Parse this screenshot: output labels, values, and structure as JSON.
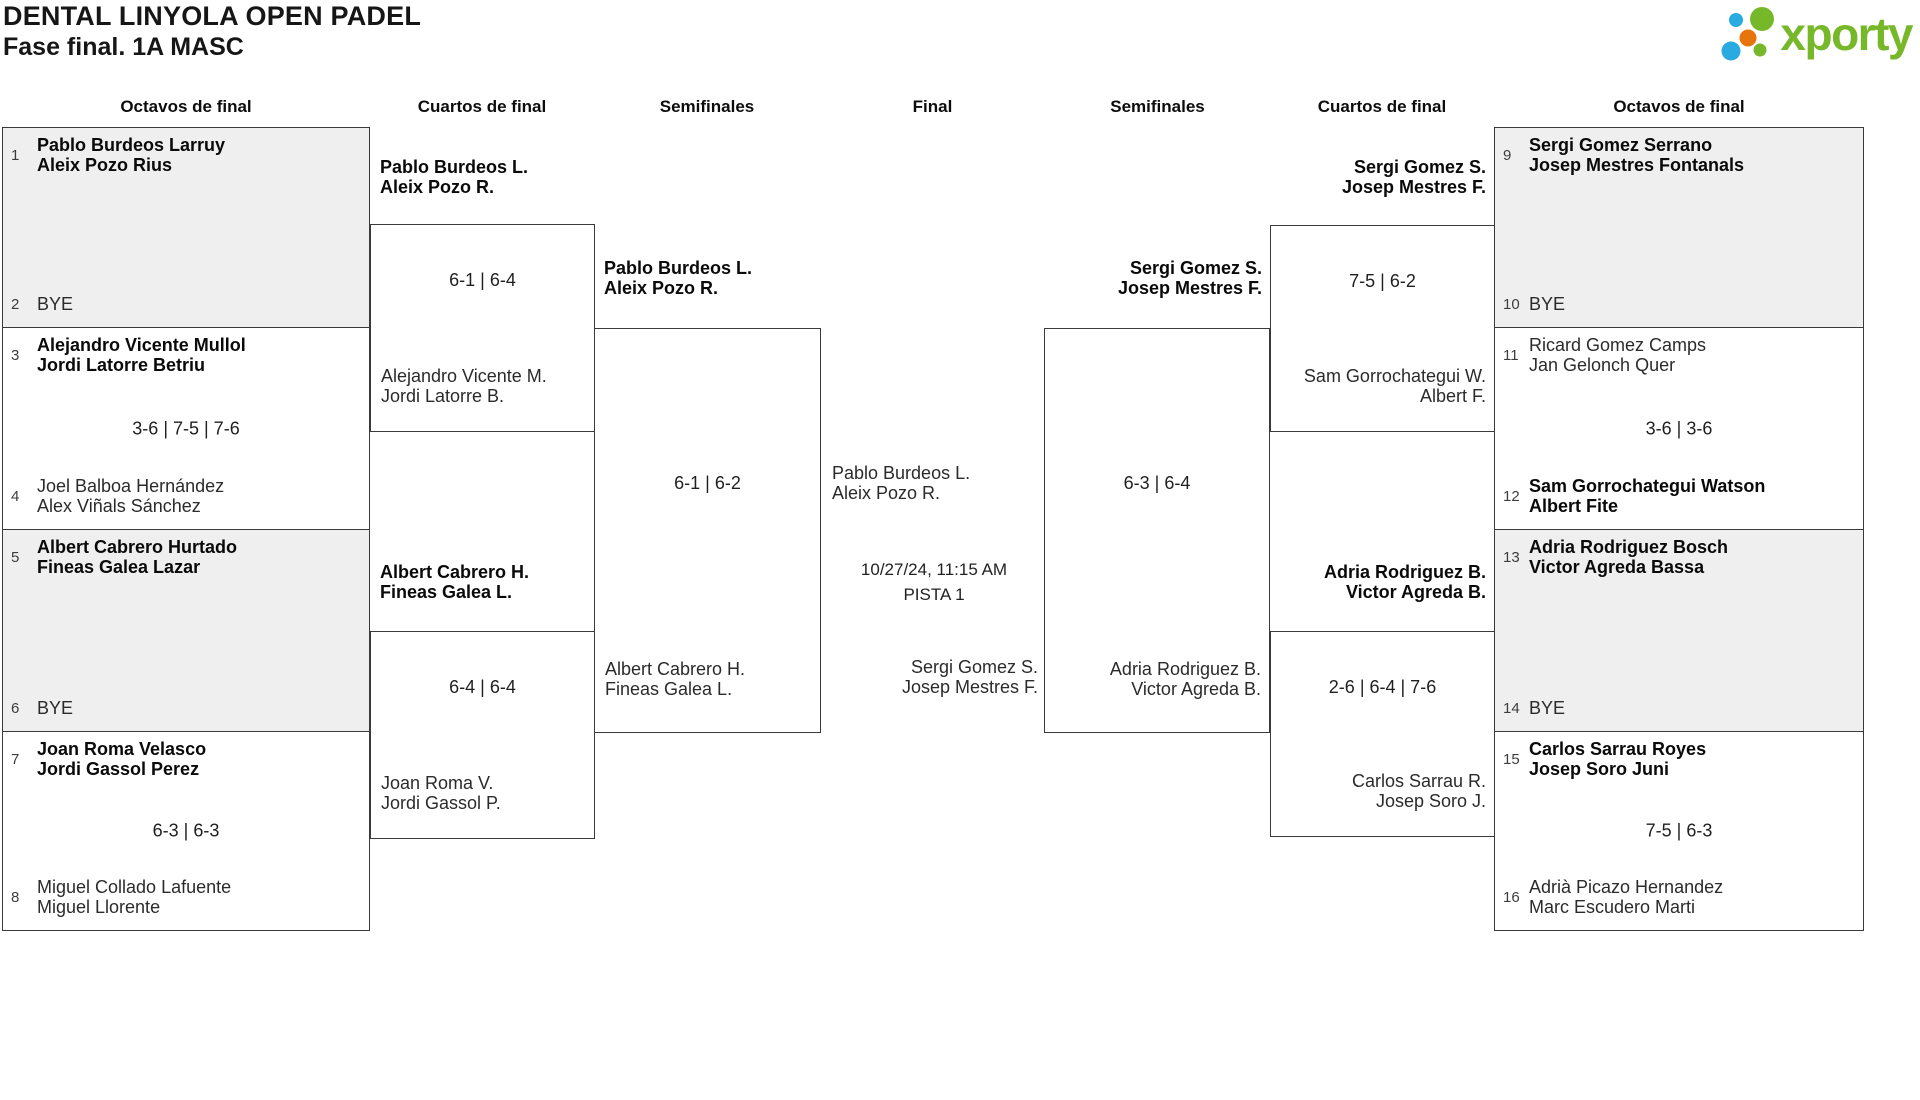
{
  "title": "DENTAL LINYOLA OPEN PADEL",
  "subtitle": "Fase final. 1A MASC",
  "logo": {
    "text": "xporty",
    "colors": {
      "green": "#76b82a",
      "blue": "#29abe2",
      "orange": "#e8740c"
    }
  },
  "rounds": {
    "r1": "Octavos de final",
    "r2": "Cuartos de final",
    "r3": "Semifinales",
    "r4": "Final",
    "r5": "Semifinales",
    "r6": "Cuartos de final",
    "r7": "Octavos de final"
  },
  "octavos_left": [
    {
      "seed_top": "1",
      "team_top": "Pablo Burdeos Larruy\nAleix Pozo Rius",
      "winner_top": true,
      "score": "",
      "seed_bottom": "2",
      "team_bottom": "BYE",
      "winner_bottom": false,
      "shaded": true
    },
    {
      "seed_top": "3",
      "team_top": "Alejandro Vicente Mullol\nJordi Latorre Betriu",
      "winner_top": true,
      "score": "3-6 | 7-5 | 7-6",
      "seed_bottom": "4",
      "team_bottom": "Joel Balboa Hernández\nAlex Viñals Sánchez",
      "winner_bottom": false,
      "shaded": false
    },
    {
      "seed_top": "5",
      "team_top": "Albert Cabrero Hurtado\nFineas Galea Lazar",
      "winner_top": true,
      "score": "",
      "seed_bottom": "6",
      "team_bottom": "BYE",
      "winner_bottom": false,
      "shaded": true
    },
    {
      "seed_top": "7",
      "team_top": "Joan Roma Velasco\nJordi Gassol Perez",
      "winner_top": true,
      "score": "6-3 | 6-3",
      "seed_bottom": "8",
      "team_bottom": "Miguel Collado Lafuente\nMiguel Llorente",
      "winner_bottom": false,
      "shaded": false
    }
  ],
  "octavos_right": [
    {
      "seed_top": "9",
      "team_top": "Sergi Gomez Serrano\nJosep Mestres Fontanals",
      "winner_top": true,
      "score": "",
      "seed_bottom": "10",
      "team_bottom": "BYE",
      "winner_bottom": false,
      "shaded": true
    },
    {
      "seed_top": "11",
      "team_top": "Ricard Gomez Camps\nJan Gelonch Quer",
      "winner_top": false,
      "score": "3-6 | 3-6",
      "seed_bottom": "12",
      "team_bottom": "Sam Gorrochategui Watson\nAlbert Fite",
      "winner_bottom": true,
      "shaded": false
    },
    {
      "seed_top": "13",
      "team_top": "Adria Rodriguez Bosch\nVictor Agreda Bassa",
      "winner_top": true,
      "score": "",
      "seed_bottom": "14",
      "team_bottom": "BYE",
      "winner_bottom": false,
      "shaded": true
    },
    {
      "seed_top": "15",
      "team_top": "Carlos Sarrau Royes\nJosep Soro Juni",
      "winner_top": true,
      "score": "7-5 | 6-3",
      "seed_bottom": "16",
      "team_bottom": "Adrià Picazo Hernandez\nMarc Escudero Marti",
      "winner_bottom": false,
      "shaded": false
    }
  ],
  "cuartos_left": [
    {
      "winner_label": "Pablo Burdeos L.\nAleix Pozo R.",
      "score": "6-1 | 6-4",
      "loser": "Alejandro Vicente M.\nJordi Latorre B."
    },
    {
      "winner_label": "Albert Cabrero H.\nFineas Galea L.",
      "score": "6-4 | 6-4",
      "loser": "Joan Roma V.\nJordi Gassol P."
    }
  ],
  "cuartos_right": [
    {
      "winner_label": "Sergi Gomez S.\nJosep Mestres F.",
      "score": "7-5 | 6-2",
      "loser": "Sam Gorrochategui W.\nAlbert F."
    },
    {
      "winner_label": "Adria Rodriguez B.\nVictor Agreda B.",
      "score": "2-6 | 6-4 | 7-6",
      "loser": "Carlos Sarrau R.\nJosep Soro J."
    }
  ],
  "semi_left": {
    "winner_label": "Pablo Burdeos L.\nAleix Pozo R.",
    "score": "6-1 | 6-2",
    "loser": "Albert Cabrero H.\nFineas Galea L."
  },
  "semi_right": {
    "winner_label": "Sergi Gomez S.\nJosep Mestres F.",
    "score": "6-3 | 6-4",
    "loser": "Adria Rodriguez B.\nVictor Agreda B."
  },
  "final": {
    "team_top": "Pablo Burdeos L.\nAleix Pozo R.",
    "team_bottom": "Sergi Gomez S.\nJosep Mestres F.",
    "datetime": "10/27/24, 11:15 AM",
    "court": "PISTA 1"
  }
}
